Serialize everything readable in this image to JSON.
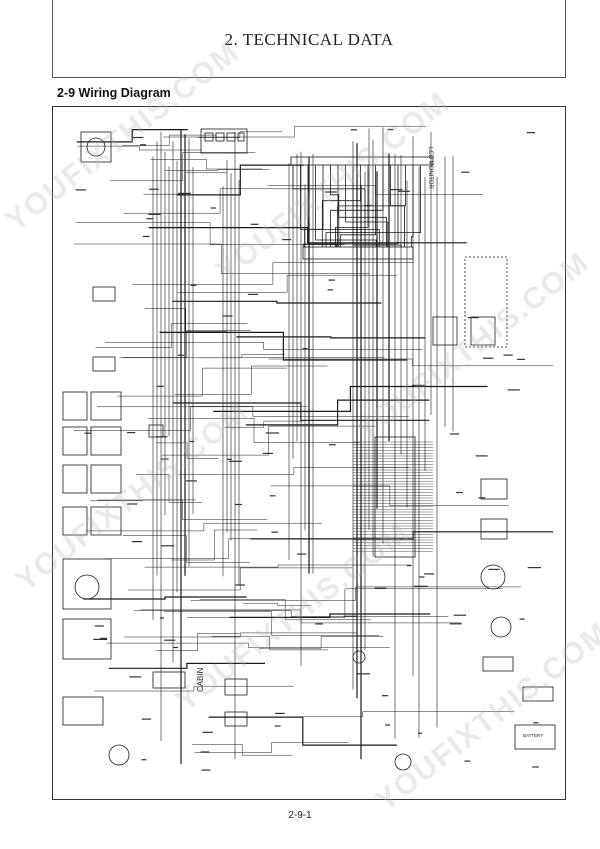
{
  "header": {
    "chapter_title": "2. TECHNICAL DATA"
  },
  "section": {
    "title": "2-9  Wiring Diagram"
  },
  "diagram": {
    "labels": {
      "lcd_monitor": "LCD MONITOR",
      "cabin": "CABIN",
      "battery": "BATTERY"
    }
  },
  "footer": {
    "page_number": "2-9-1"
  },
  "watermark": {
    "text": "YOUFIXTHIS.COM"
  },
  "colors": {
    "line": "#1a1a1a",
    "grid": "#555555"
  }
}
